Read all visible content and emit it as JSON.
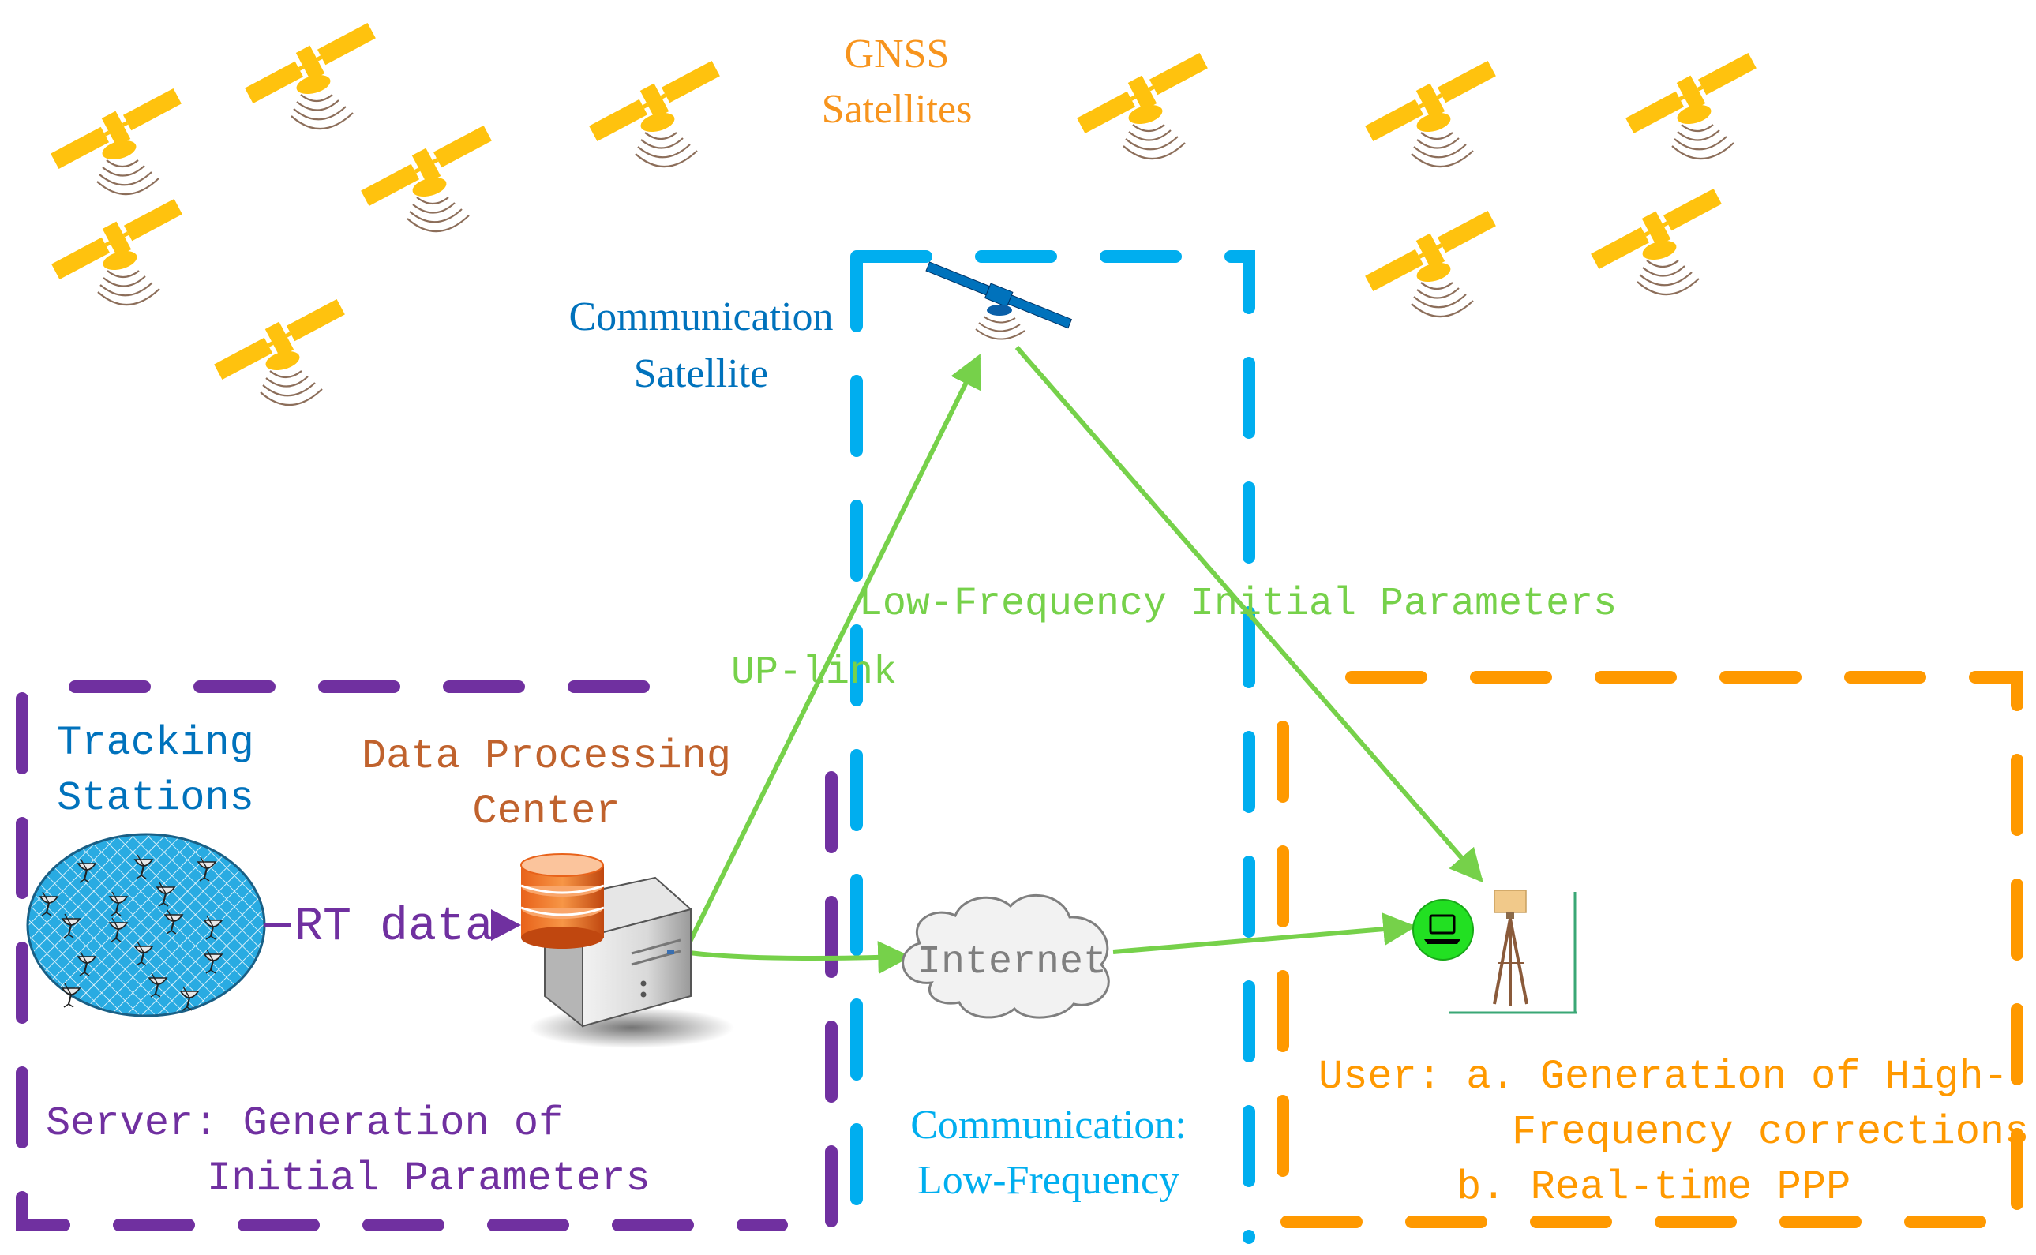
{
  "colors": {
    "gnss_satellite": "#FFC20E",
    "gnss_label": "#F7941D",
    "comm_blue": "#00AEEF",
    "comm_label": "#0072BC",
    "server_purple": "#7030A0",
    "user_orange": "#FF9900",
    "link_green": "#76D14A",
    "dpc_label": "#C0622D",
    "internet_gray": "#7F7F7F",
    "signal_arcs": "#8C6E5A"
  },
  "icons": {
    "gnss_satellite": "satellite-icon",
    "comm_satellite": "satellite-icon",
    "tracking_network": "satellite-dish-network-icon",
    "server": "database-server-icon",
    "cloud": "cloud-icon",
    "laptop": "laptop-icon",
    "receiver": "tripod-receiver-icon"
  },
  "labels": {
    "gnss_line1": "GNSS",
    "gnss_line2": "Satellites",
    "comm_sat_line1": "Communication",
    "comm_sat_line2": "Satellite",
    "low_freq_params": "Low-Frequency Initial Parameters",
    "uplink": "UP-link",
    "tracking_line1": "Tracking",
    "tracking_line2": "Stations",
    "dpc_line1": "Data Processing",
    "dpc_line2": "Center",
    "rt_data": "RT data",
    "internet": "Internet",
    "server_line1": "Server: Generation of",
    "server_line2": "Initial Parameters",
    "comm_box_line1": "Communication:",
    "comm_box_line2": "Low-Frequency",
    "user_line1": "User: a. Generation of High-",
    "user_line2": "Frequency corrections",
    "user_line3": "b. Real-time PPP"
  }
}
